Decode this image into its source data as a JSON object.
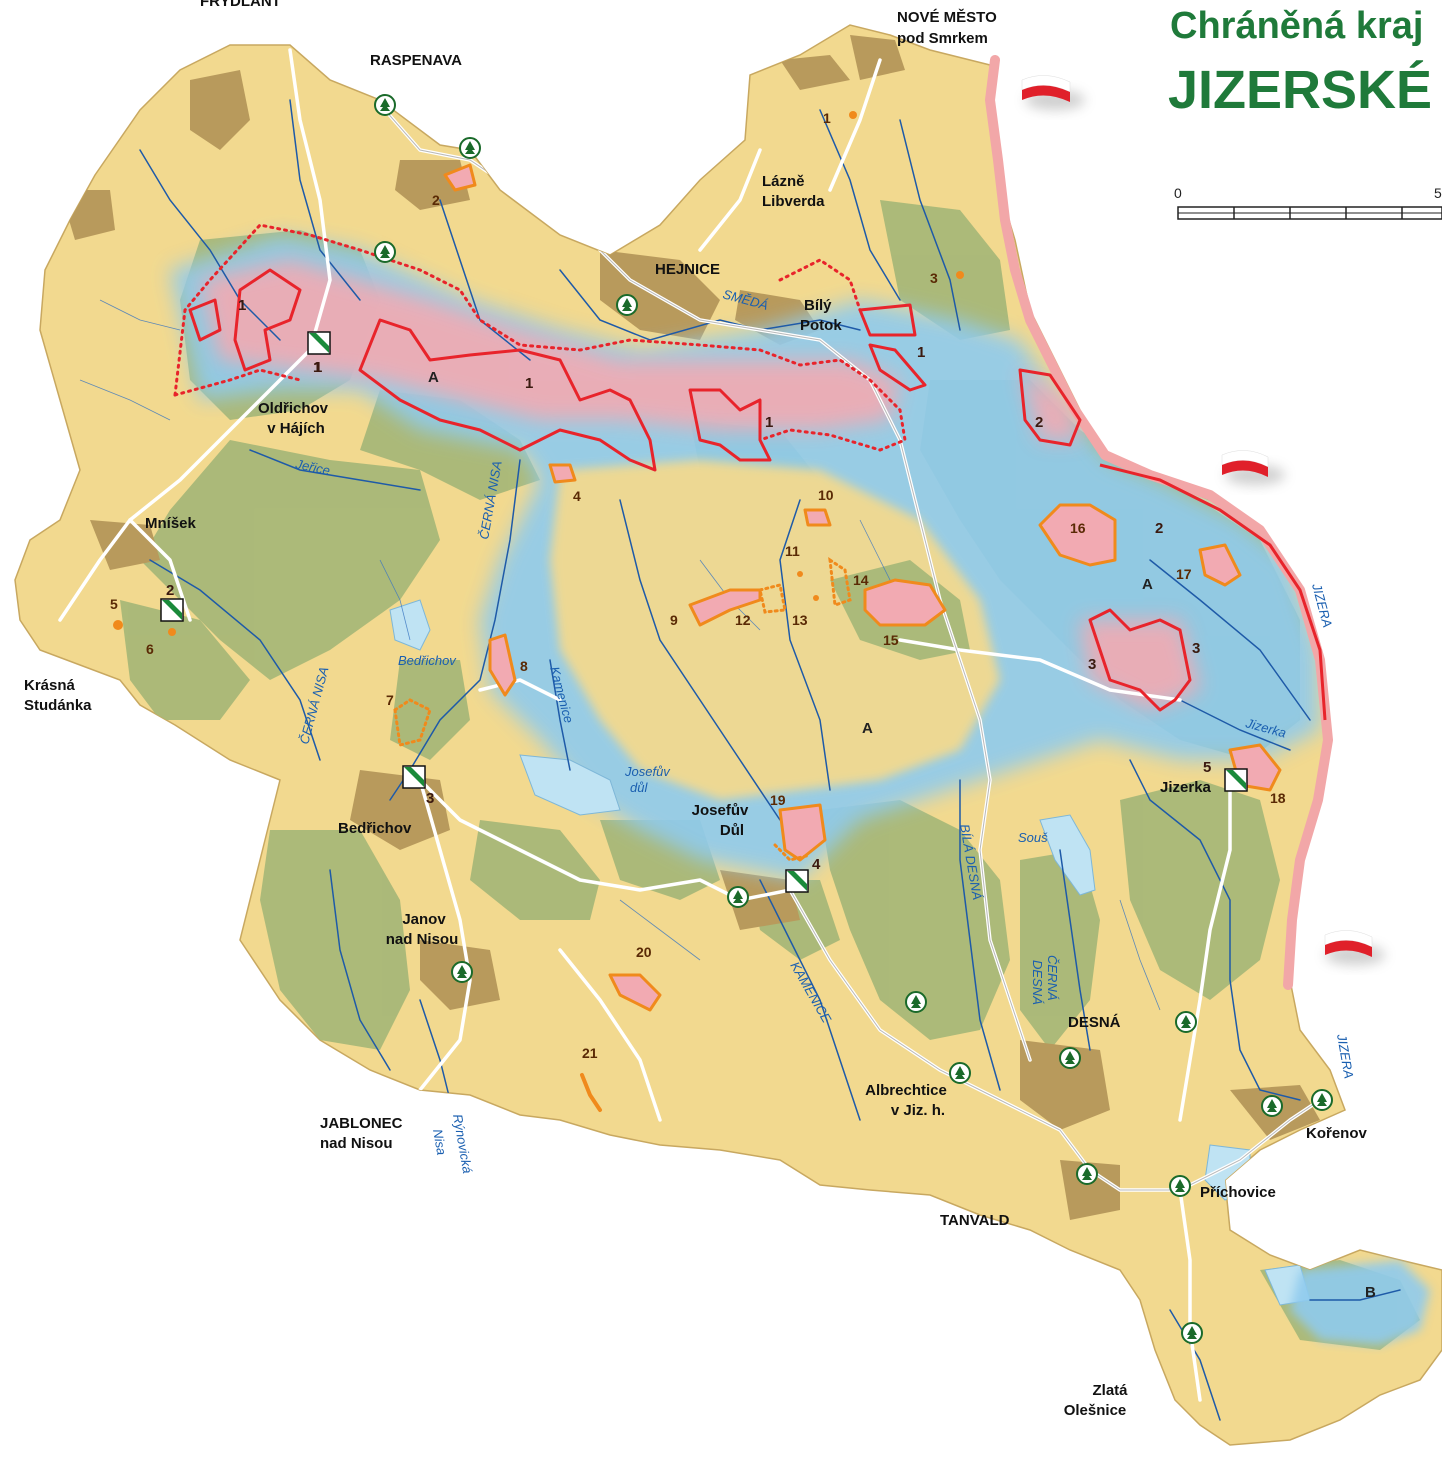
{
  "title": {
    "line1": "Chráněná kraj",
    "line2": "JIZERSKÉ"
  },
  "scale": {
    "start": "0",
    "end": "5"
  },
  "towns": [
    {
      "id": "frydlant",
      "text": "FRÝDLANT"
    },
    {
      "id": "raspenava",
      "text": "RASPENAVA"
    },
    {
      "id": "nove-mesto-1",
      "text": "NOVÉ MĚSTO"
    },
    {
      "id": "nove-mesto-2",
      "text": "pod Smrkem"
    },
    {
      "id": "lazne-1",
      "text": "Lázně"
    },
    {
      "id": "lazne-2",
      "text": "Libverda"
    },
    {
      "id": "hejnice",
      "text": "HEJNICE"
    },
    {
      "id": "bily-1",
      "text": "Bílý"
    },
    {
      "id": "bily-2",
      "text": "Potok"
    },
    {
      "id": "oldrichov-1",
      "text": "Oldřichov"
    },
    {
      "id": "oldrichov-2",
      "text": "v Hájích"
    },
    {
      "id": "mnisek",
      "text": "Mníšek"
    },
    {
      "id": "krasna-1",
      "text": "Krásná"
    },
    {
      "id": "krasna-2",
      "text": "Studánka"
    },
    {
      "id": "bedrichov",
      "text": "Bedřichov"
    },
    {
      "id": "josefuv-1",
      "text": "Josefův"
    },
    {
      "id": "josefuv-2",
      "text": "Důl"
    },
    {
      "id": "jizerka",
      "text": "Jizerka"
    },
    {
      "id": "janov-1",
      "text": "Janov"
    },
    {
      "id": "janov-2",
      "text": "nad Nisou"
    },
    {
      "id": "jablonec-1",
      "text": "JABLONEC"
    },
    {
      "id": "jablonec-2",
      "text": "nad Nisou"
    },
    {
      "id": "albrechtice-1",
      "text": "Albrechtice"
    },
    {
      "id": "albrechtice-2",
      "text": "v Jiz. h."
    },
    {
      "id": "desna",
      "text": "DESNÁ"
    },
    {
      "id": "tanvald",
      "text": "TANVALD"
    },
    {
      "id": "korenov",
      "text": "Kořenov"
    },
    {
      "id": "prichovice",
      "text": "Příchovice"
    },
    {
      "id": "zlata-1",
      "text": "Zlatá"
    },
    {
      "id": "zlata-2",
      "text": "Olešnice"
    }
  ],
  "rivers": [
    {
      "id": "smeda",
      "text": "SMĚDÁ"
    },
    {
      "id": "jerice",
      "text": "Jeřice"
    },
    {
      "id": "cerna-nisa-a",
      "text": "ČERNÁ NISA"
    },
    {
      "id": "cerna-nisa-b",
      "text": "ČERNÁ NISA"
    },
    {
      "id": "bedrichov-res",
      "text": "Bedřichov"
    },
    {
      "id": "kamenice-a",
      "text": "Kamenice"
    },
    {
      "id": "josefuv-dul-1",
      "text": "Josefův"
    },
    {
      "id": "josefuv-dul-2",
      "text": "důl"
    },
    {
      "id": "jizera-a",
      "text": "JIZERA"
    },
    {
      "id": "jizerka-r",
      "text": "Jizerka"
    },
    {
      "id": "sous",
      "text": "Souš"
    },
    {
      "id": "bila-desna",
      "text": "BÍLÁ DESNÁ"
    },
    {
      "id": "cerna-desna-1",
      "text": "ČERNÁ"
    },
    {
      "id": "cerna-desna-2",
      "text": "DESNÁ"
    },
    {
      "id": "kamenice-b",
      "text": "KAMENICE"
    },
    {
      "id": "jizera-b",
      "text": "JIZERA"
    },
    {
      "id": "rynovicka-1",
      "text": "Rýnovická"
    },
    {
      "id": "rynovicka-2",
      "text": "Nisa"
    }
  ],
  "zones": [
    {
      "id": "zone-a1",
      "text": "A"
    },
    {
      "id": "zone-a2",
      "text": "A"
    },
    {
      "id": "zone-a3",
      "text": "A"
    },
    {
      "id": "zone-b",
      "text": "B"
    }
  ],
  "reserves_red": [
    {
      "id": "r1a",
      "text": "1"
    },
    {
      "id": "r1b",
      "text": "1"
    },
    {
      "id": "r1c",
      "text": "1"
    },
    {
      "id": "r1d",
      "text": "1"
    },
    {
      "id": "r1e",
      "text": "1"
    },
    {
      "id": "r2a",
      "text": "2"
    },
    {
      "id": "r2b",
      "text": "2"
    },
    {
      "id": "r3a",
      "text": "3"
    },
    {
      "id": "r3b",
      "text": "3"
    }
  ],
  "reserves_orange": [
    {
      "id": "o1",
      "text": "1"
    },
    {
      "id": "o2",
      "text": "2"
    },
    {
      "id": "o3",
      "text": "3"
    },
    {
      "id": "o4",
      "text": "4"
    },
    {
      "id": "o5",
      "text": "5"
    },
    {
      "id": "o6",
      "text": "6"
    },
    {
      "id": "o7",
      "text": "7"
    },
    {
      "id": "o8",
      "text": "8"
    },
    {
      "id": "o9",
      "text": "9"
    },
    {
      "id": "o10",
      "text": "10"
    },
    {
      "id": "o11",
      "text": "11"
    },
    {
      "id": "o12",
      "text": "12"
    },
    {
      "id": "o13",
      "text": "13"
    },
    {
      "id": "o14",
      "text": "14"
    },
    {
      "id": "o15",
      "text": "15"
    },
    {
      "id": "o16",
      "text": "16"
    },
    {
      "id": "o17",
      "text": "17"
    },
    {
      "id": "o18",
      "text": "18"
    },
    {
      "id": "o19",
      "text": "19"
    },
    {
      "id": "o20",
      "text": "20"
    },
    {
      "id": "o21",
      "text": "21"
    }
  ],
  "info_points": [
    {
      "id": "i1",
      "text": "1"
    },
    {
      "id": "i2",
      "text": "2"
    },
    {
      "id": "i3",
      "text": "3"
    },
    {
      "id": "i4",
      "text": "4"
    },
    {
      "id": "i5",
      "text": "5"
    }
  ],
  "colors": {
    "land": "#f2d98f",
    "forest": "#a8b878",
    "urban": "#b89a5c",
    "water": "#bfe3f3",
    "zone_blue": "#9ad0ee",
    "zone_pink": "#f2b0b5",
    "reserve_red": "#e8242b",
    "reserve_orange": "#f08a1c",
    "river": "#1e5aa8",
    "road": "#ffffff",
    "border": "#f2a7a8",
    "title": "#1f7a3a"
  },
  "icons": [
    "forest-office-icon",
    "info-point-icon",
    "polish-flag-icon"
  ]
}
